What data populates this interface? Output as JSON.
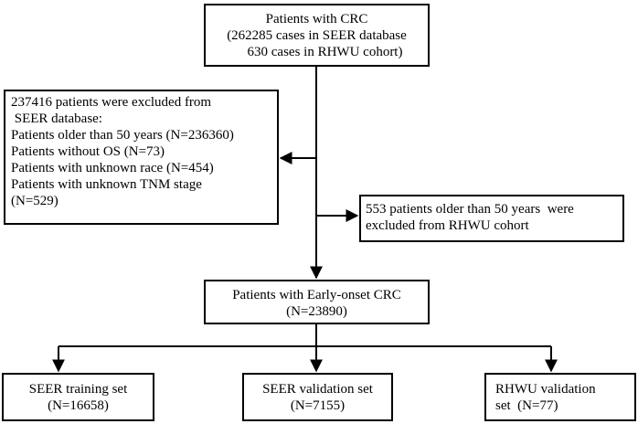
{
  "top": {
    "lines": [
      "Patients with CRC",
      "(262285 cases in SEER database",
      "630 cases in RHWU cohort)"
    ]
  },
  "excluded_seer": {
    "lines": [
      "237416 patients were excluded from",
      " SEER database:",
      "Patients older than 50 years (N=236360)",
      "Patients without OS (N=73)",
      "Patients with unknown race (N=454)",
      "Patients with unknown TNM stage",
      "(N=529)"
    ]
  },
  "excluded_rhwu": {
    "lines": [
      "553 patients older than 50 years  were",
      "excluded from RHWU cohort"
    ]
  },
  "early_onset": {
    "lines": [
      "Patients with Early-onset CRC",
      "(N=23890)"
    ]
  },
  "outputs": {
    "training": [
      "SEER training set",
      "(N=16658)"
    ],
    "validation": [
      "SEER validation set",
      "(N=7155)"
    ],
    "rhwu_validation": [
      "RHWU validation",
      "set  (N=77)"
    ]
  }
}
